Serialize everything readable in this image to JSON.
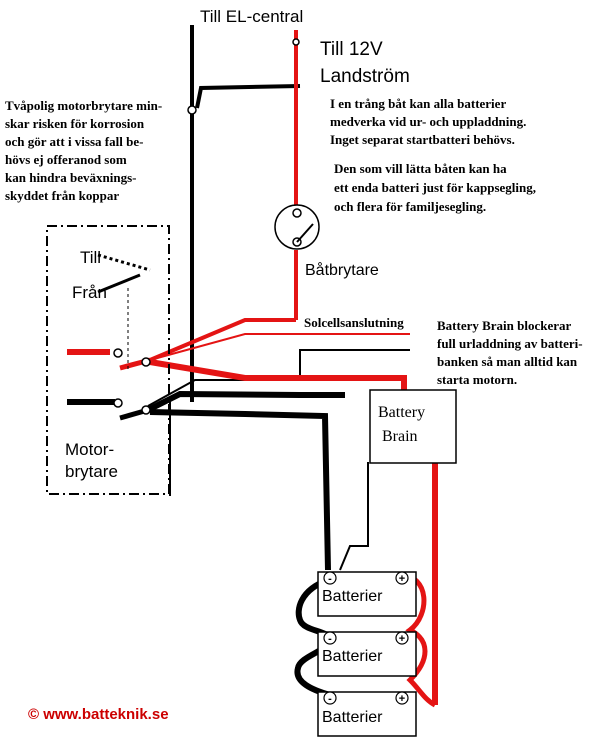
{
  "colors": {
    "wire_red": "#e41414",
    "wire_black": "#000000",
    "copyright_red": "#cc0000"
  },
  "labels": {
    "el_central": "Till EL-central",
    "landstrom_1": "Till 12V",
    "landstrom_2": "Landström",
    "batbrytare": "Båtbrytare",
    "solcell": "Solcellsanslutning",
    "battery_brain_1": "Battery",
    "battery_brain_2": "Brain",
    "till": "Till",
    "fran": "Från",
    "motorbrytare_1": "Motor-",
    "motorbrytare_2": "brytare",
    "batterier": [
      "Batterier",
      "Batterier",
      "Batterier"
    ],
    "plus_sign": "+",
    "minus_sign": "-"
  },
  "notes": {
    "left": [
      "Tvåpolig motorbrytare min-",
      "skar risken för korrosion",
      "och gör att i vissa fall be-",
      "hövs ej offeranod som",
      "kan hindra beväxnings-",
      "skyddet från koppar"
    ],
    "top_right_1": [
      "I en trång båt kan alla batterier",
      "medverka vid ur- och uppladdning.",
      "Inget separat startbatteri behövs."
    ],
    "top_right_2": [
      "Den som vill lätta båten kan ha",
      "ett enda batteri just för kappsegling,",
      "och flera för familjesegling."
    ],
    "battery_brain": [
      "Battery Brain blockerar",
      "full urladdning av batteri-",
      "banken så man alltid kan",
      "starta motorn."
    ]
  },
  "copyright": "© www.batteknik.se"
}
